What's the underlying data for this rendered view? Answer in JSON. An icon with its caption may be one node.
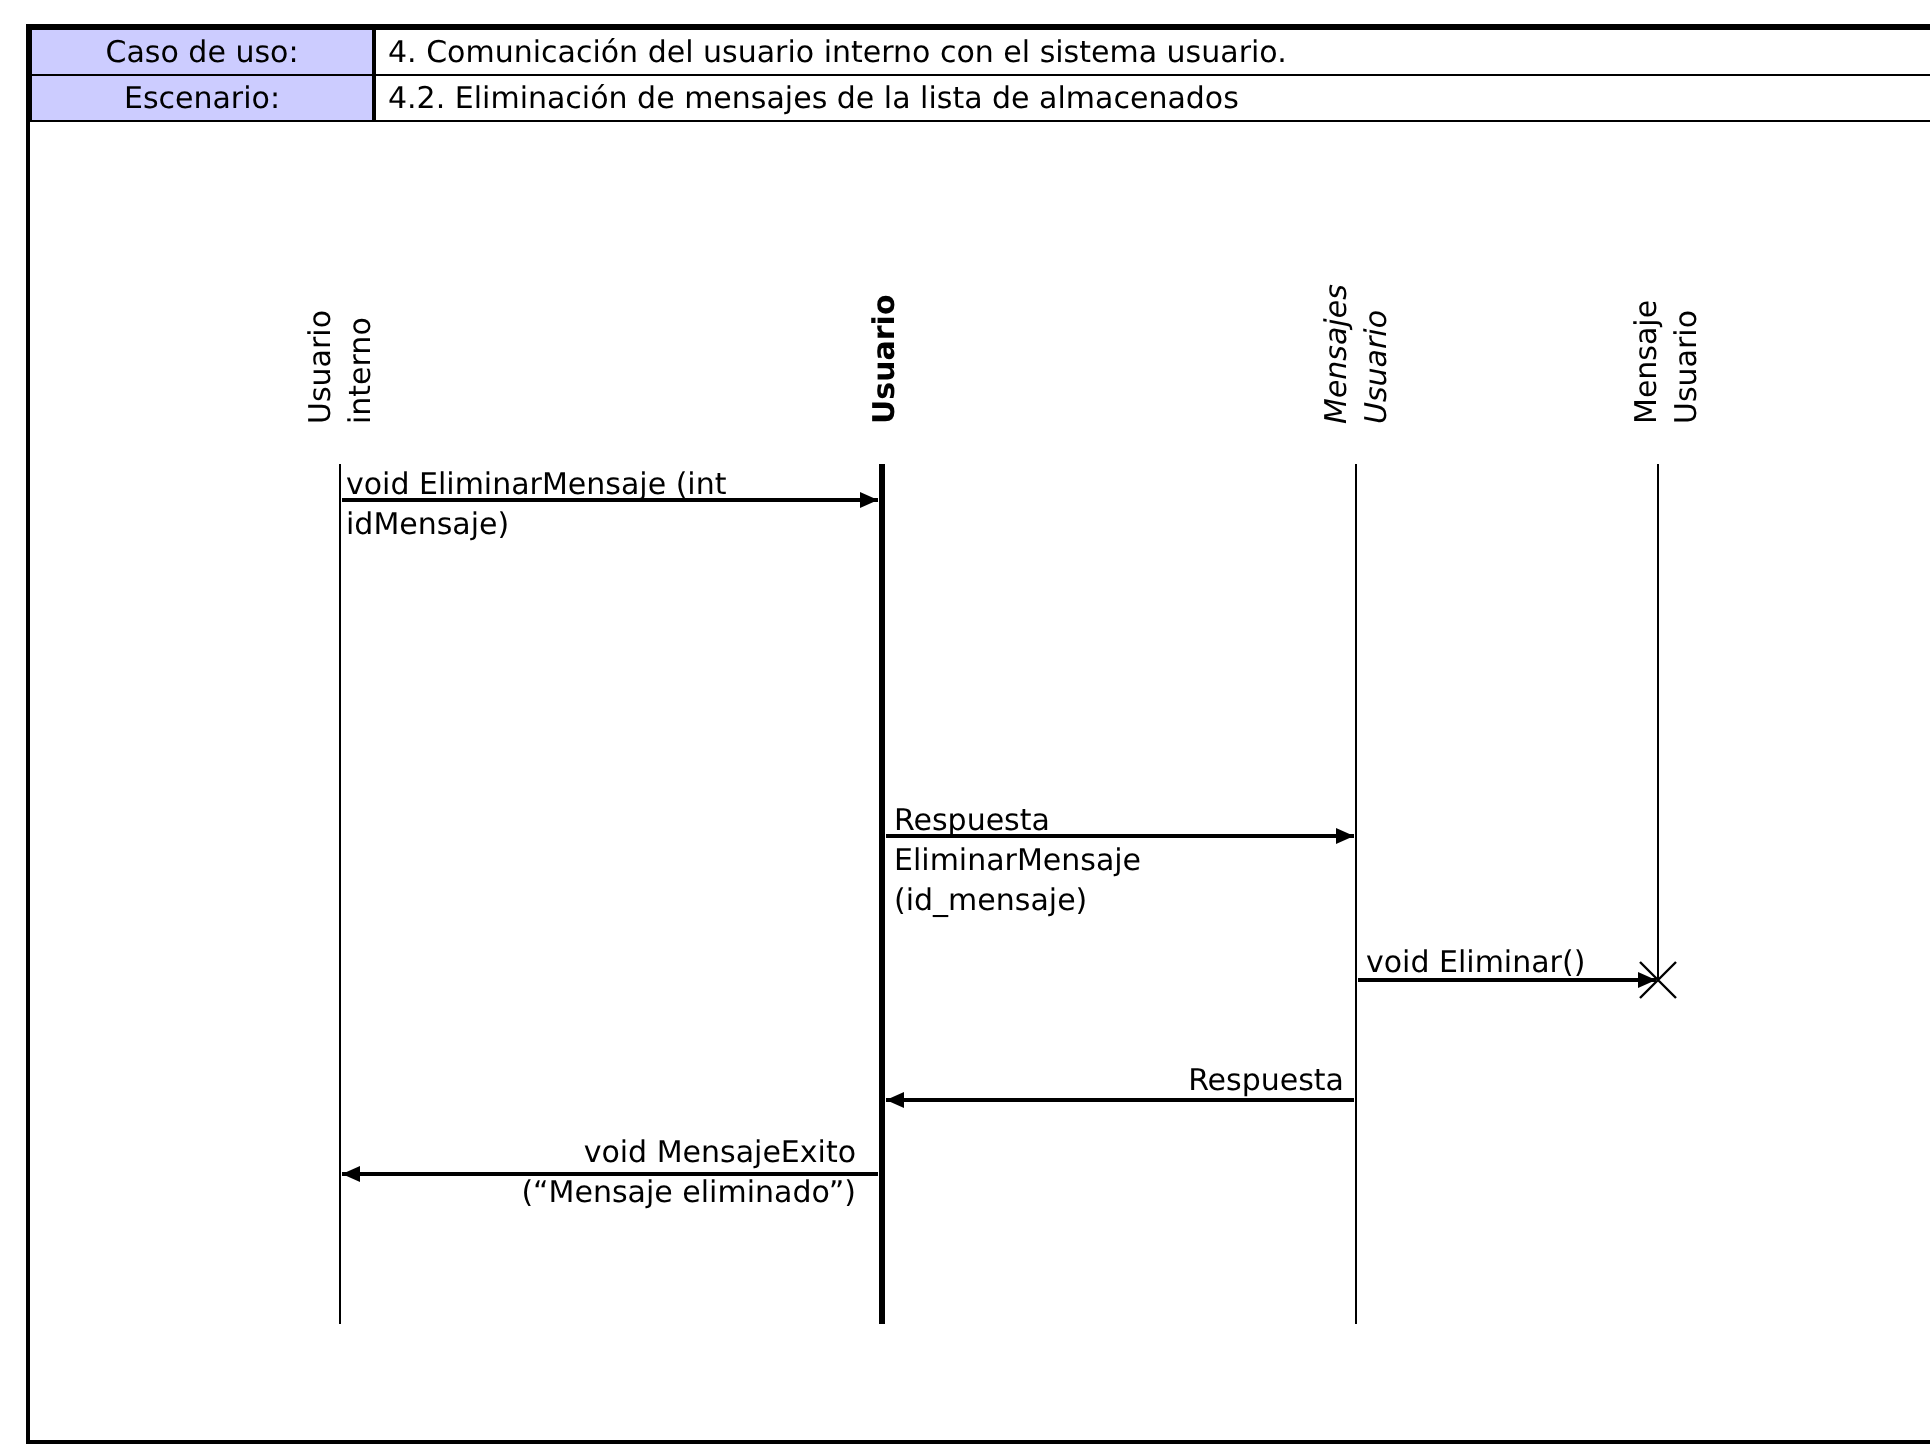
{
  "diagram": {
    "nodes": [
      {
        "text": [
          "Usuario interno"
        ]
      },
      {
        "text": [
          "Usuario"
        ]
      },
      {
        "text": [
          "Mensajes Usuario"
        ]
      },
      {
        "text": [
          "Mensaje Usuario"
        ]
      }
    ],
    "edges": [
      {
        "from": 0,
        "to": 1,
        "arrow": "to",
        "label": "void EliminarMensaje (int idMensaje)"
      },
      {
        "from": 1,
        "to": 2,
        "arrow": "to",
        "label": "Respuesta EliminarMensaje (id_mensaje)"
      },
      {
        "from": 2,
        "to": 3,
        "arrow": "to",
        "label": "void Eliminar()"
      },
      {
        "from": 2,
        "to": 1,
        "arrow": "to",
        "label": "Respuesta"
      },
      {
        "from": 1,
        "to": 0,
        "arrow": "to",
        "label": "void MensajeExito (“Mensaje eliminado”)"
      }
    ],
    "labels": [
      "Caso de uso:",
      "4. Comunicación del usuario interno con el sistema usuario.",
      "Escenario:",
      "4.2. Eliminación de mensajes de la lista de almacenados"
    ]
  }
}
